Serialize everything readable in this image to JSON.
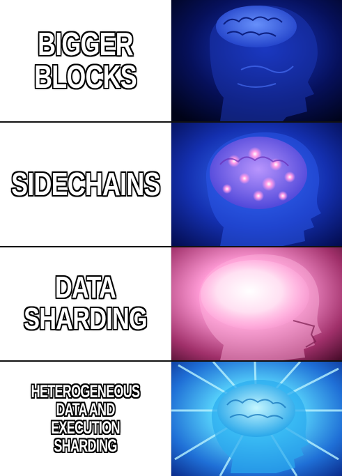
{
  "meme": {
    "panels": [
      {
        "caption": "BIGGER BLOCKS",
        "brain_level": "dim"
      },
      {
        "caption": "SIDECHAINS",
        "brain_level": "glowing"
      },
      {
        "caption": "DATA SHARDING",
        "brain_level": "radiant"
      },
      {
        "caption": "HETEROGENEOUS DATA AND EXECUTION SHARDING",
        "brain_level": "cosmic"
      }
    ],
    "colors": {
      "deep_blue": "#0a1f8f",
      "brain_blue": "#3a6cff",
      "glow_pink": "#ff8fe6",
      "cosmic_cyan": "#29d6ff"
    }
  }
}
